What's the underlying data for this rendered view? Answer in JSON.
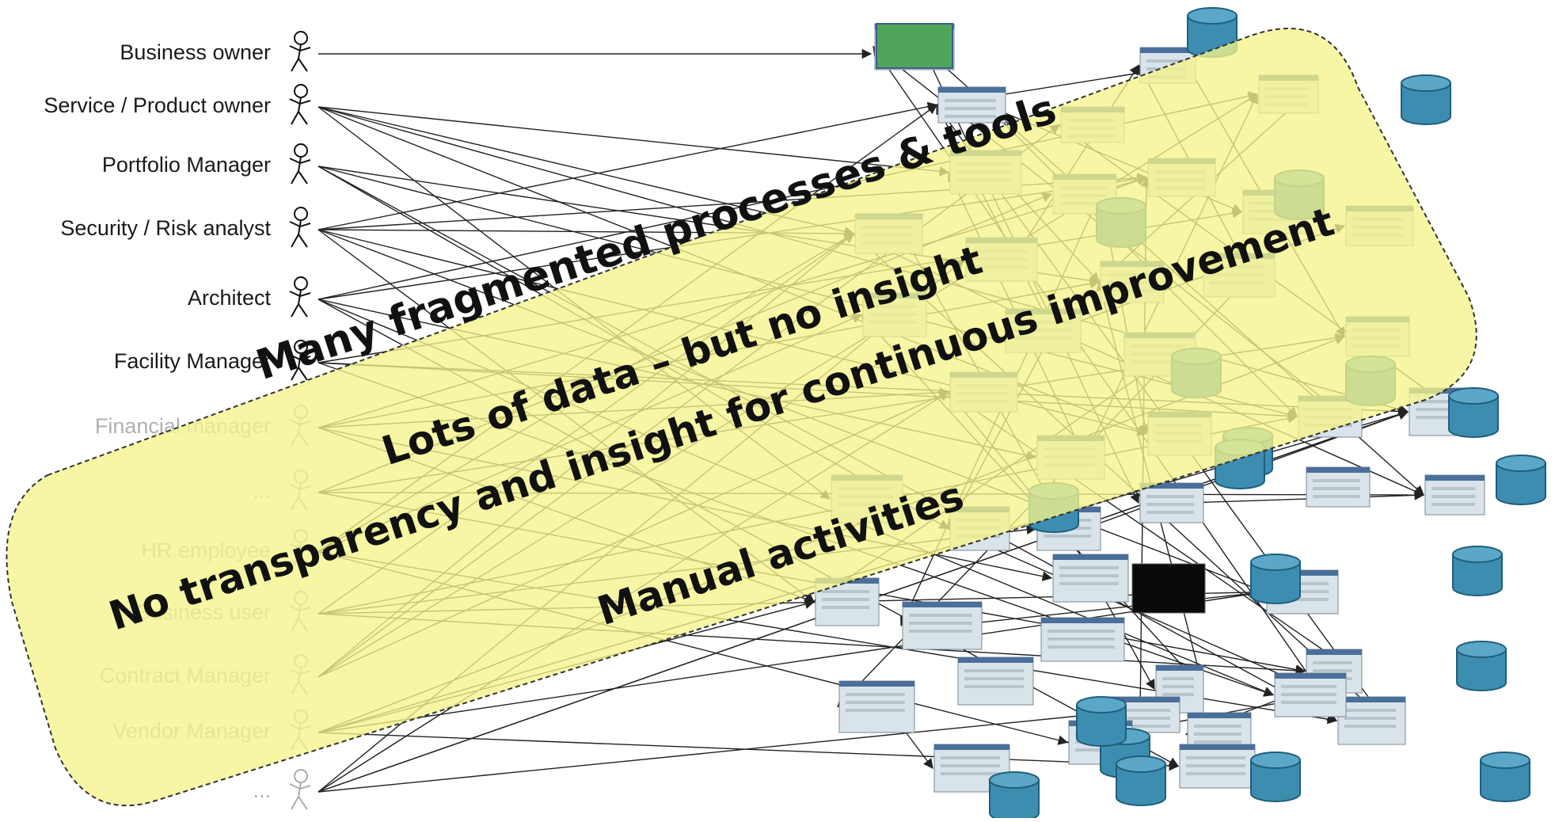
{
  "roles": [
    {
      "label": "Business owner",
      "faded": false
    },
    {
      "label": "Service / Product owner",
      "faded": false
    },
    {
      "label": "Portfolio Manager",
      "faded": false
    },
    {
      "label": "Security / Risk analyst",
      "faded": false
    },
    {
      "label": "Architect",
      "faded": false
    },
    {
      "label": "Facility Manager",
      "faded": false
    },
    {
      "label": "Financial manager",
      "faded": true
    },
    {
      "label": "...",
      "faded": true
    },
    {
      "label": "HR employee",
      "faded": true
    },
    {
      "label": "Business user",
      "faded": true
    },
    {
      "label": "Contract Manager",
      "faded": true
    },
    {
      "label": "Vendor Manager",
      "faded": true
    },
    {
      "label": "...",
      "faded": true
    }
  ],
  "banner": {
    "line1": "Many fragmented processes & tools",
    "line2": "Lots of data – but no insight",
    "line3": "No transparency and insight for continuous improvement",
    "line4": "Manual activities",
    "fill_color": "#f5f38a",
    "border_color": "#333333"
  },
  "colors": {
    "database": "#3d8db0",
    "database_dark": "#1f5f7c",
    "arrow": "#222222",
    "window_bg": "#d9e3ea"
  },
  "icons": [
    "stick-figure-icon",
    "database-icon",
    "application-window-icon"
  ]
}
